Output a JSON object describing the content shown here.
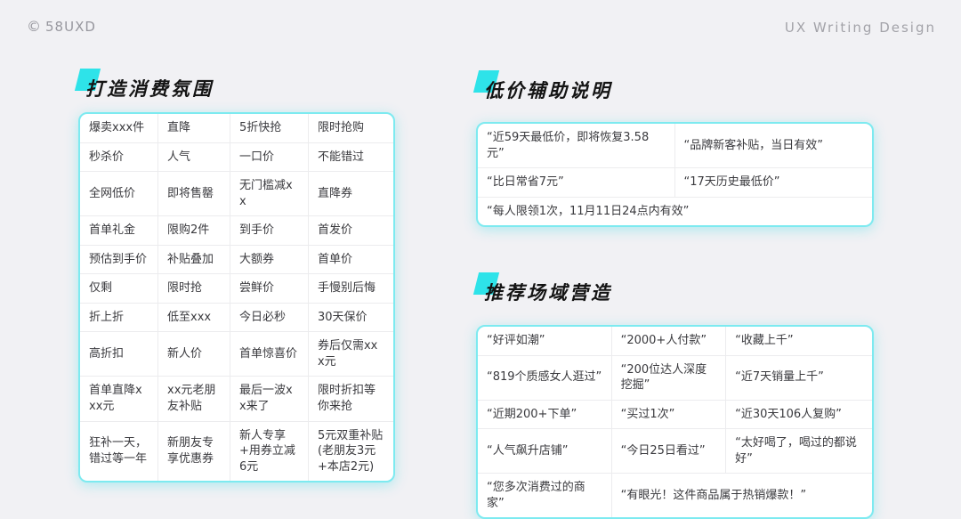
{
  "header": {
    "logo_mark": "©",
    "logo": "58UXD",
    "watermark": "UX Writing Design"
  },
  "sections": {
    "atmosphere": {
      "title": "打造消费氛围",
      "rows": [
        [
          "爆卖xxx件",
          "直降",
          "5折快抢",
          "限时抢购"
        ],
        [
          "秒杀价",
          "人气",
          "一口价",
          "不能错过"
        ],
        [
          "全网低价",
          "即将售罄",
          "无门槛减xx",
          "直降券"
        ],
        [
          "首单礼金",
          "限购2件",
          "到手价",
          "首发价"
        ],
        [
          "预估到手价",
          "补贴叠加",
          "大额券",
          "首单价"
        ],
        [
          "仅剩",
          "限时抢",
          "尝鲜价",
          "手慢别后悔"
        ],
        [
          "折上折",
          "低至xxx",
          "今日必秒",
          "30天保价"
        ],
        [
          "高折扣",
          "新人价",
          "首单惊喜价",
          "券后仅需xxx元"
        ],
        [
          "首单直降xxx元",
          "xx元老朋友补贴",
          "最后一波xx来了",
          "限时折扣等你来抢"
        ],
        [
          "狂补一天，错过等一年",
          "新朋友专享优惠券",
          "新人专享+用券立减6元",
          "5元双重补贴(老朋友3元+本店2元)"
        ]
      ]
    },
    "lowprice": {
      "title": "低价辅助说明",
      "rows": [
        [
          "“近59天最低价，即将恢复3.58元”",
          "“品牌新客补贴，当日有效”"
        ],
        [
          "“比日常省7元”",
          "“17天历史最低价”"
        ],
        [
          {
            "text": "“每人限领1次，11月11日24点内有效”",
            "colspan": 2
          }
        ]
      ]
    },
    "recommend": {
      "title": "推荐场域营造",
      "rows": [
        [
          "“好评如潮”",
          "“2000+人付款”",
          "“收藏上千”"
        ],
        [
          "“819个质感女人逛过”",
          "“200位达人深度挖掘”",
          "“近7天销量上千”"
        ],
        [
          "“近期200+下单”",
          "“买过1次”",
          "“近30天106人复购”"
        ],
        [
          "“人气飙升店铺”",
          "“今日25日看过”",
          "“太好喝了，喝过的都说好”"
        ],
        [
          "“您多次消费过的商家”",
          {
            "text": "“有眼光！这件商品属于热销爆款！”",
            "colspan": 2
          }
        ]
      ]
    }
  },
  "accent_colors": {
    "highlight_cyan": "#2ee3e9",
    "table_border_cyan": "#7deaf0"
  }
}
